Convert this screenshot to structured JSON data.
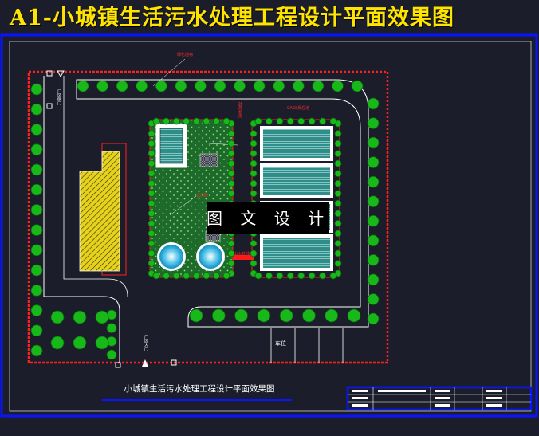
{
  "title": "A1-小城镇生活污水处理工程设计平面效果图",
  "caption": "小城镇生活污水处理工程设计平面效果图",
  "watermark": "图 文 设 计",
  "labels": {
    "greening": "绿化植物",
    "pool": "CASS反应池",
    "grid_lawn": "草坪砖",
    "pipe": "出水管线",
    "machine_room": "鼓风机房",
    "side_gate_left": "厂区侧门",
    "main_gate": "厂区大门",
    "parking": "车位"
  },
  "colors": {
    "background": "#1b1e2a",
    "title": "#ffe400",
    "frame": "#0a14ff",
    "boundary": "#ff2020",
    "tree": "#18b81a",
    "lawn": "#1d6a2a",
    "pool": "#2f8d8a",
    "building": "#e6d21a"
  }
}
